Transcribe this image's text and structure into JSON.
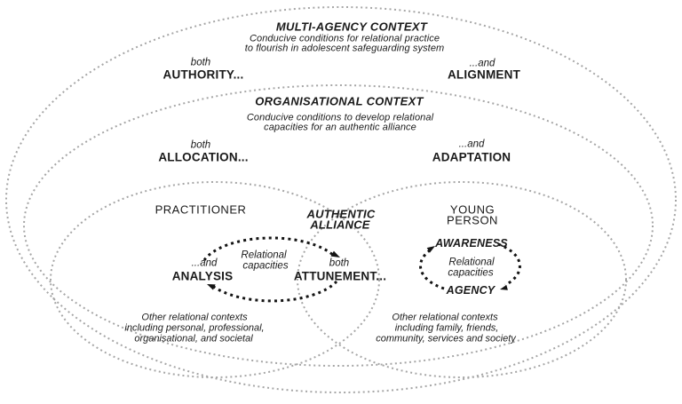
{
  "colors": {
    "dotted_gray": "#a6a6a6",
    "dotted_black": "#141414",
    "text": "#1a1a1a",
    "background": "#ffffff"
  },
  "multi_agency_context": {
    "title": "MULTI-AGENCY CONTEXT",
    "subtitle": [
      "Conducive conditions for relational practice",
      "to flourish in adolescent safeguarding system"
    ],
    "left": {
      "qualifier": "both",
      "term": "AUTHORITY..."
    },
    "right": {
      "qualifier": "...and",
      "term": "ALIGNMENT"
    }
  },
  "organisational_context": {
    "title": "ORGANISATIONAL CONTEXT",
    "subtitle": [
      "Conducive conditions to develop relational",
      "capacities for an authentic alliance"
    ],
    "left": {
      "qualifier": "both",
      "term": "ALLOCATION..."
    },
    "right": {
      "qualifier": "...and",
      "term": "ADAPTATION"
    }
  },
  "authentic_alliance": {
    "label": [
      "AUTHENTIC",
      "ALLIANCE"
    ]
  },
  "practitioner": {
    "label": "PRACTITIONER",
    "cycle": {
      "left": {
        "qualifier": "...and",
        "term": "ANALYSIS"
      },
      "center": [
        "Relational",
        "capacities"
      ],
      "right": {
        "qualifier": "both",
        "term": "ATTUNEMENT..."
      }
    },
    "note": [
      "Other relational contexts",
      "including personal, professional,",
      "organisational, and societal"
    ]
  },
  "young_person": {
    "label": [
      "YOUNG",
      "PERSON"
    ],
    "cycle": {
      "top_term": "AWARENESS",
      "center": [
        "Relational",
        "capacities"
      ],
      "bottom_term": "AGENCY"
    },
    "note": [
      "Other relational contexts",
      "including family, friends,",
      "community, services and society"
    ]
  }
}
